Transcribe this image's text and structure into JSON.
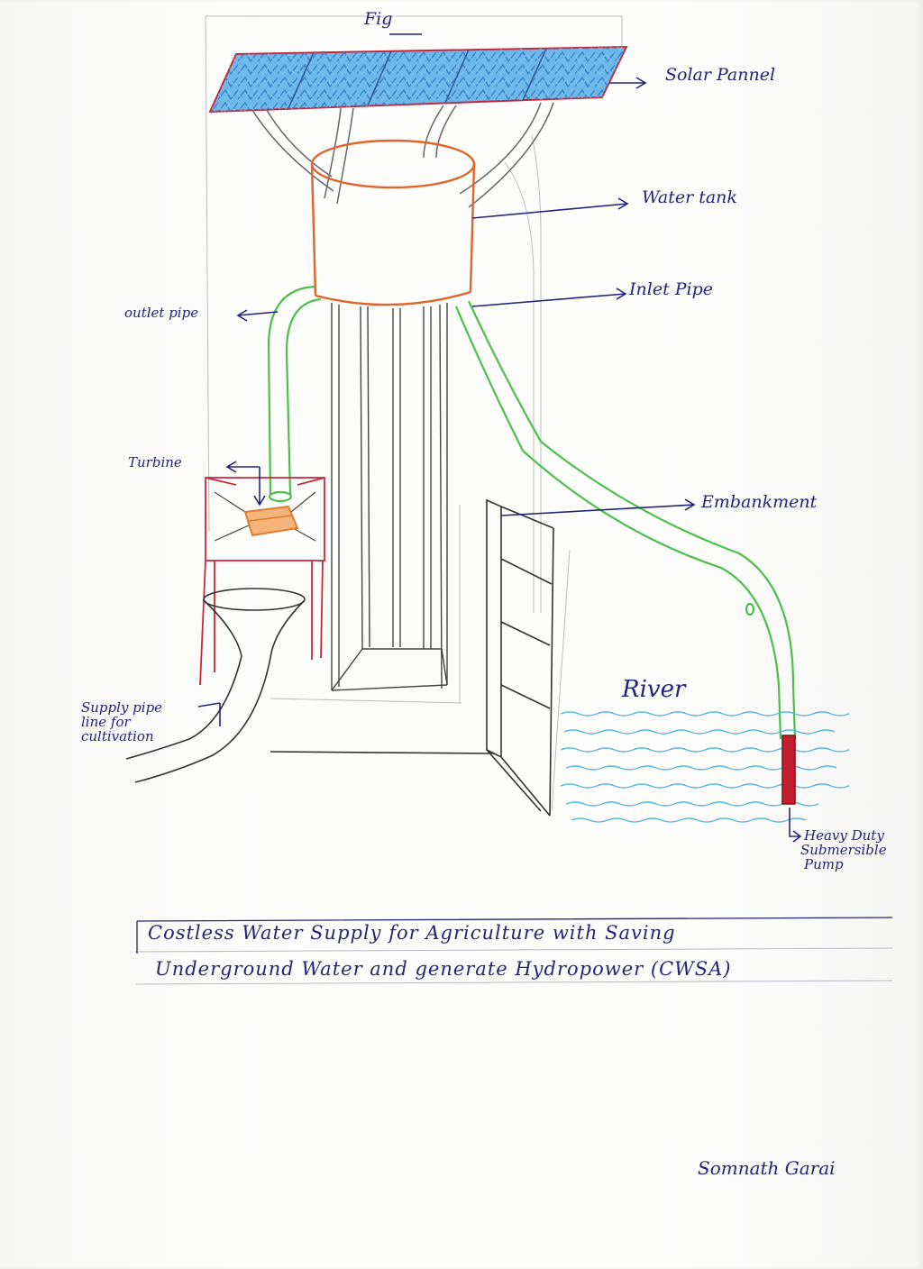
{
  "figure_label": "Fig",
  "labels": {
    "solar_panel": "Solar Pannel",
    "water_tank": "Water tank",
    "inlet_pipe": "Inlet Pipe",
    "outlet_pipe": "outlet pipe",
    "turbine": "Turbine",
    "embankment": "Embankment",
    "river": "River",
    "supply_pipe_line_1": "Supply pipe",
    "supply_pipe_line_2": "line for",
    "supply_pipe_line_3": "cultivation",
    "pump_line_1": "Heavy Duty",
    "pump_line_2": "Submersible",
    "pump_line_3": "Pump"
  },
  "title_line_1": "Costless Water Supply for Agriculture with Saving",
  "title_line_2": "Underground Water and generate Hydropower (CWSA)",
  "signature": "Somnath Garai",
  "colors": {
    "ink": "#25237a",
    "pencil": "#555555",
    "solar_fill": "#5aa9e6",
    "solar_border": "#c8283c",
    "tank": "#e0652a",
    "pipe": "#4cbf4c",
    "turbine_box": "#c8283c",
    "turbine_core": "#ef9a55",
    "water": "#59b6e0",
    "pump": "#c41e2e"
  }
}
